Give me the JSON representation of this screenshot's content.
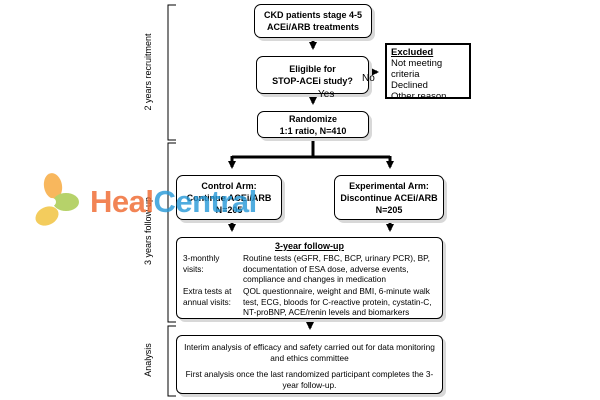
{
  "side_labels": {
    "recruitment": "2 years recruitment",
    "followup": "3 years follow-up",
    "analysis": "Analysis"
  },
  "nodes": {
    "ckd": {
      "line1": "CKD patients stage 4-5",
      "line2": "ACEi/ARB treatments"
    },
    "eligible": {
      "line1": "Eligible for",
      "line2": "STOP-ACEi study?"
    },
    "excluded": {
      "title": "Excluded",
      "items": [
        "Not meeting criteria",
        "Declined",
        "Other reason"
      ]
    },
    "randomize": {
      "line1": "Randomize",
      "line2": "1:1 ratio, N=410"
    },
    "control": {
      "line1": "Control Arm:",
      "line2": "Continue ACEi/ARB",
      "line3": "N=205"
    },
    "experimental": {
      "line1": "Experimental Arm:",
      "line2": "Discontinue ACEi/ARB",
      "line3": "N=205"
    }
  },
  "edge_labels": {
    "no": "No",
    "yes": "Yes"
  },
  "followup": {
    "title": "3-year follow-up",
    "row1_label": "3-monthly visits:",
    "row1_text": "Routine tests (eGFR, FBC, BCP, urinary PCR), BP, documentation of ESA dose, adverse events, compliance and changes in medication",
    "row2_label": "Extra tests at annual visits:",
    "row2_text": "QOL questionnaire, weight and BMI, 6-minute walk test, ECG, bloods for C-reactive protein, cystatin-C, NT-proBNP, ACE/renin levels and biomarkers"
  },
  "analysis": {
    "para1": "Interim analysis of efficacy and safety carried out for data monitoring and ethics committee",
    "para2": "First analysis once the last randomized participant completes the 3-year follow-up."
  },
  "watermark": {
    "part1": "Heal",
    "part2": "Central"
  }
}
